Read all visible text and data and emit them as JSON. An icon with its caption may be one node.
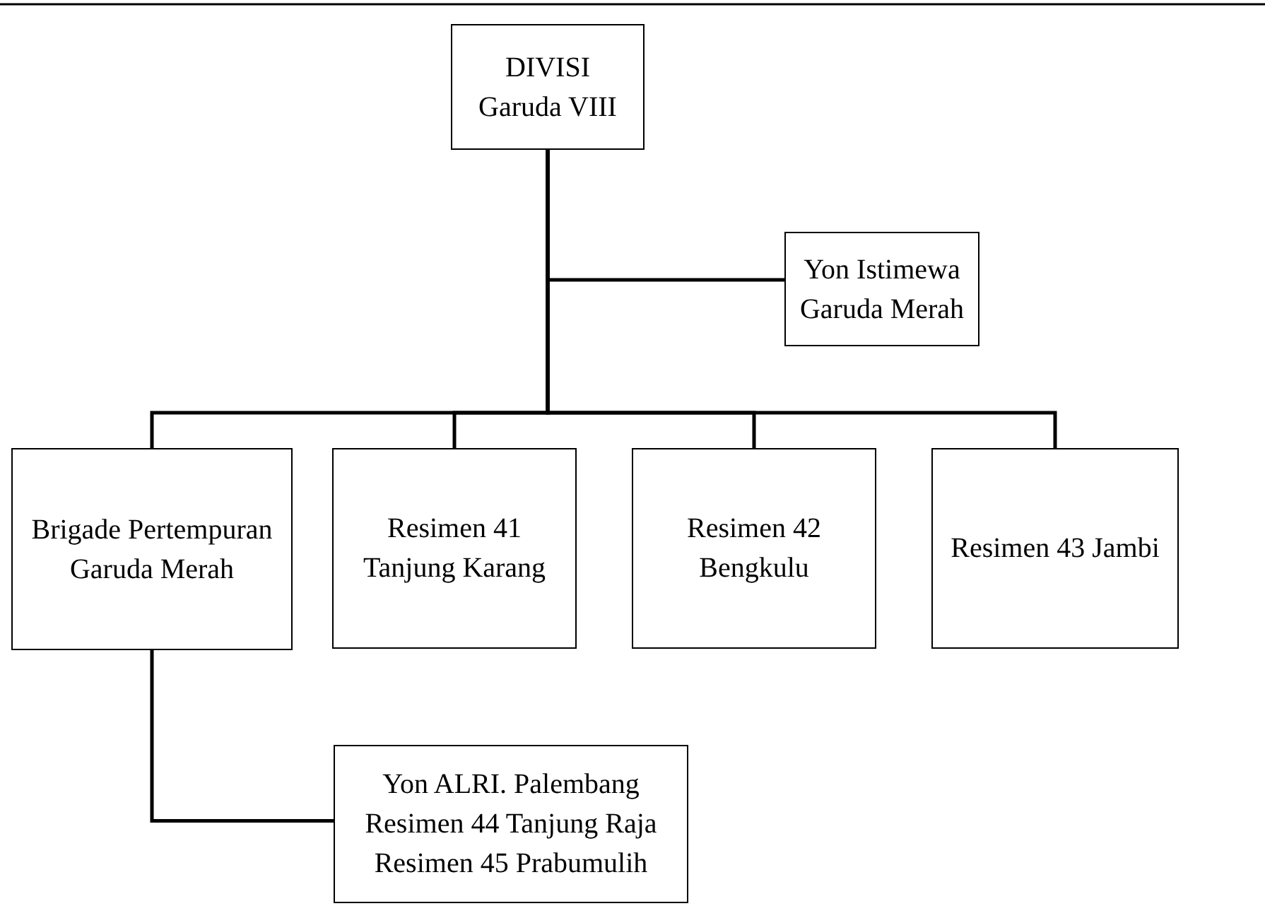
{
  "diagram": {
    "nodes": [
      {
        "text": [
          "DIVISI Garuda VIII"
        ]
      },
      {
        "text": [
          "Yon Istimewa Garuda Merah"
        ]
      },
      {
        "text": [
          "Brigade Pertempuran Garuda Merah"
        ]
      },
      {
        "text": [
          "Resimen 41 Tanjung Karang"
        ]
      },
      {
        "text": [
          "Resimen 42 Bengkulu"
        ]
      },
      {
        "text": [
          "Resimen 43 Jambi"
        ]
      },
      {
        "text": [
          "Yon ALRI. Palembang Resimen 44 Tanjung Raja Resimen 45 Prabumulih"
        ]
      }
    ],
    "edges": [
      {
        "from": 0,
        "to": 1,
        "arrow": "none"
      },
      {
        "from": 0,
        "to": 2,
        "arrow": "none"
      },
      {
        "from": 0,
        "to": 3,
        "arrow": "none"
      },
      {
        "from": 0,
        "to": 4,
        "arrow": "none"
      },
      {
        "from": 0,
        "to": 5,
        "arrow": "none"
      },
      {
        "from": 2,
        "to": 6,
        "arrow": "none"
      }
    ]
  }
}
